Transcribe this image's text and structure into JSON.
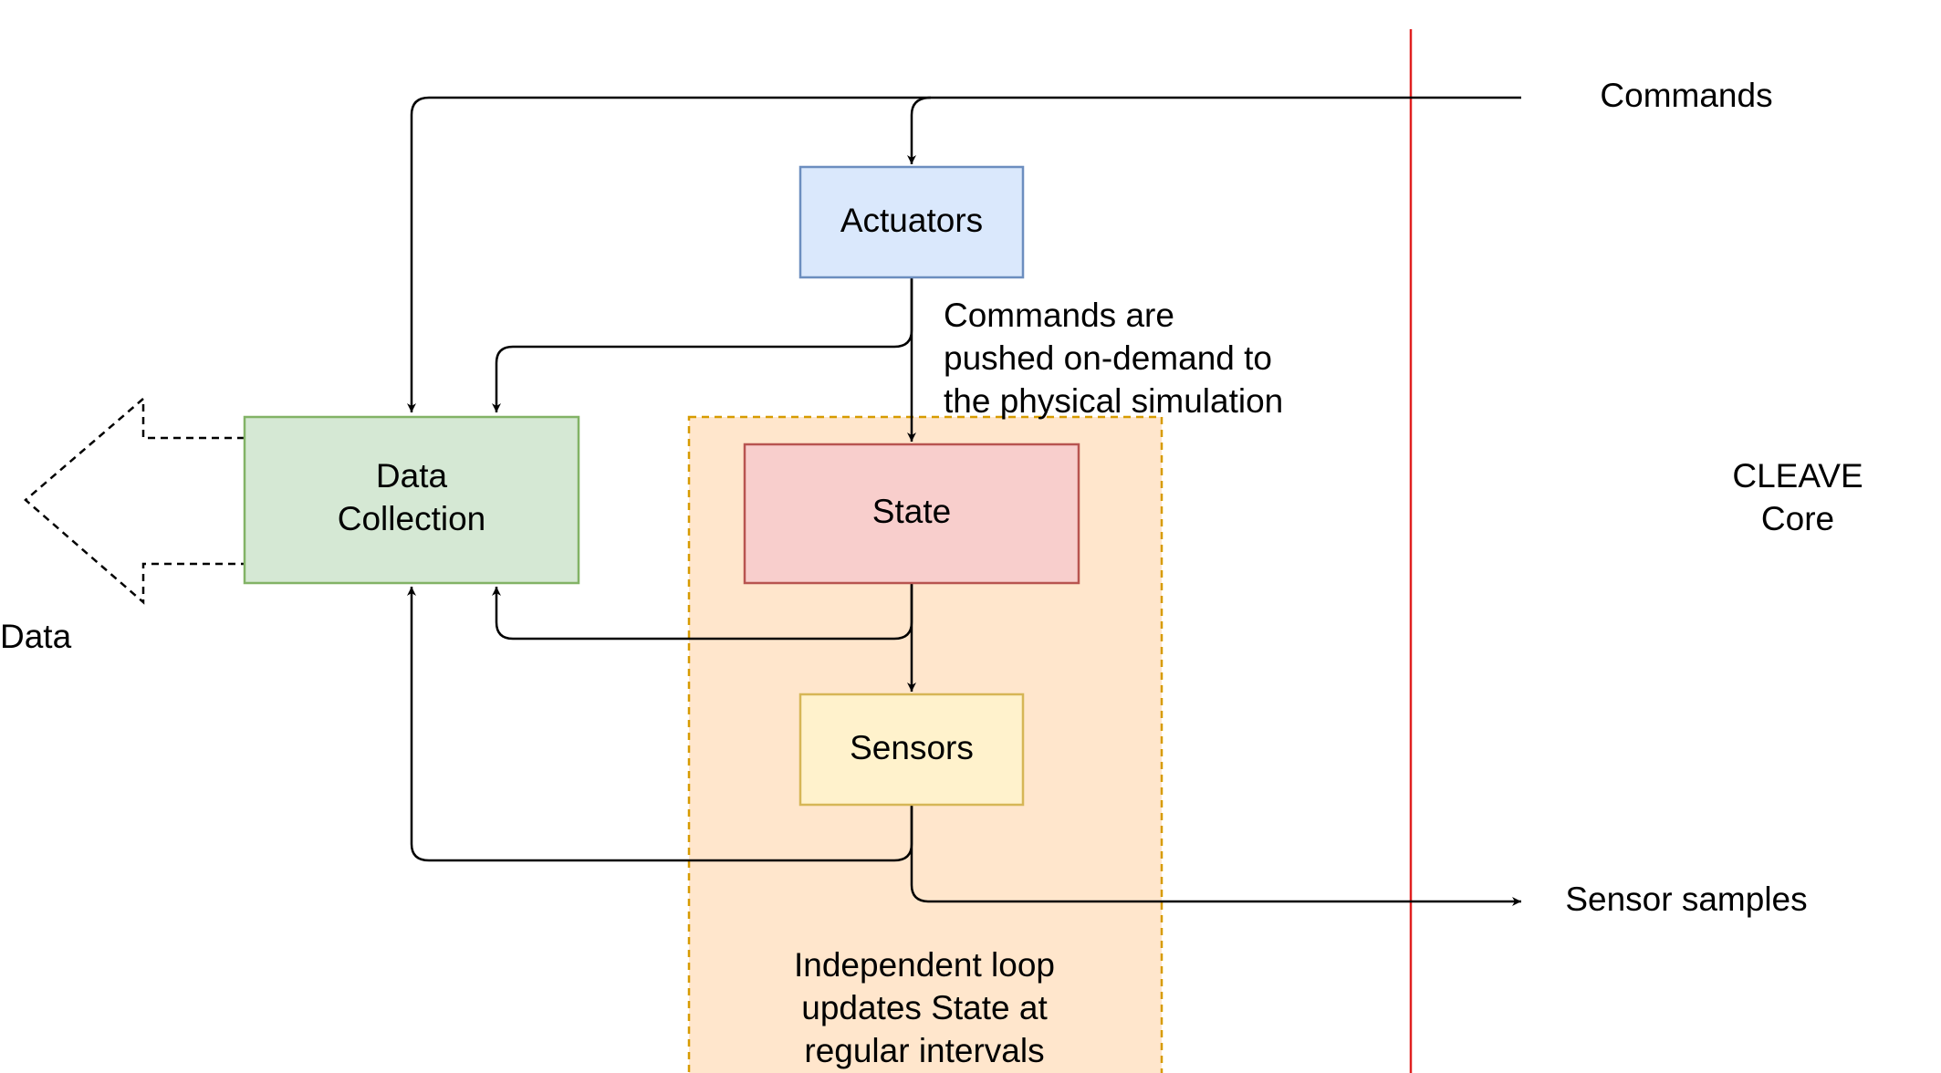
{
  "nodes": {
    "actuators": "Actuators",
    "data_collection": [
      "Data",
      "Collection"
    ],
    "state": "State",
    "sensors": "Sensors"
  },
  "labels": {
    "commands": "Commands",
    "sensor_samples": "Sensor samples",
    "data": "Data",
    "cleave_core": [
      "CLEAVE",
      "Core"
    ],
    "push_note": [
      "Commands are",
      "pushed on-demand to",
      "the physical simulation"
    ],
    "loop_note": [
      "Independent loop",
      "updates State at",
      "regular intervals"
    ]
  },
  "colors": {
    "actuators_fill": "#dae8fc",
    "actuators_stroke": "#6c8ebf",
    "data_collection_fill": "#d5e8d4",
    "data_collection_stroke": "#82b366",
    "state_fill": "#f8cecc",
    "state_stroke": "#b85450",
    "sensors_fill": "#fff2cc",
    "sensors_stroke": "#d6b656",
    "loop_fill": "#ffe6cc",
    "loop_stroke": "#d79b00",
    "divider": "#e02020",
    "edge": "#000000"
  }
}
